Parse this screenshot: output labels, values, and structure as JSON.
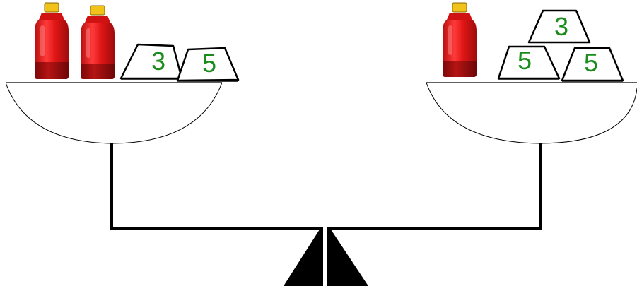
{
  "scale": {
    "left_pan": {
      "bottles": 2,
      "weights": [
        {
          "label": "3"
        },
        {
          "label": "5"
        }
      ]
    },
    "right_pan": {
      "bottles": 1,
      "weights": [
        {
          "label": "3"
        },
        {
          "label": "5"
        },
        {
          "label": "5"
        }
      ]
    }
  },
  "colors": {
    "bottle_body": "#e01616",
    "bottle_bottom": "#9c0d0d",
    "bottle_cap": "#f0c21a",
    "weight_label": "#1a8c1a",
    "ink": "#000000"
  }
}
